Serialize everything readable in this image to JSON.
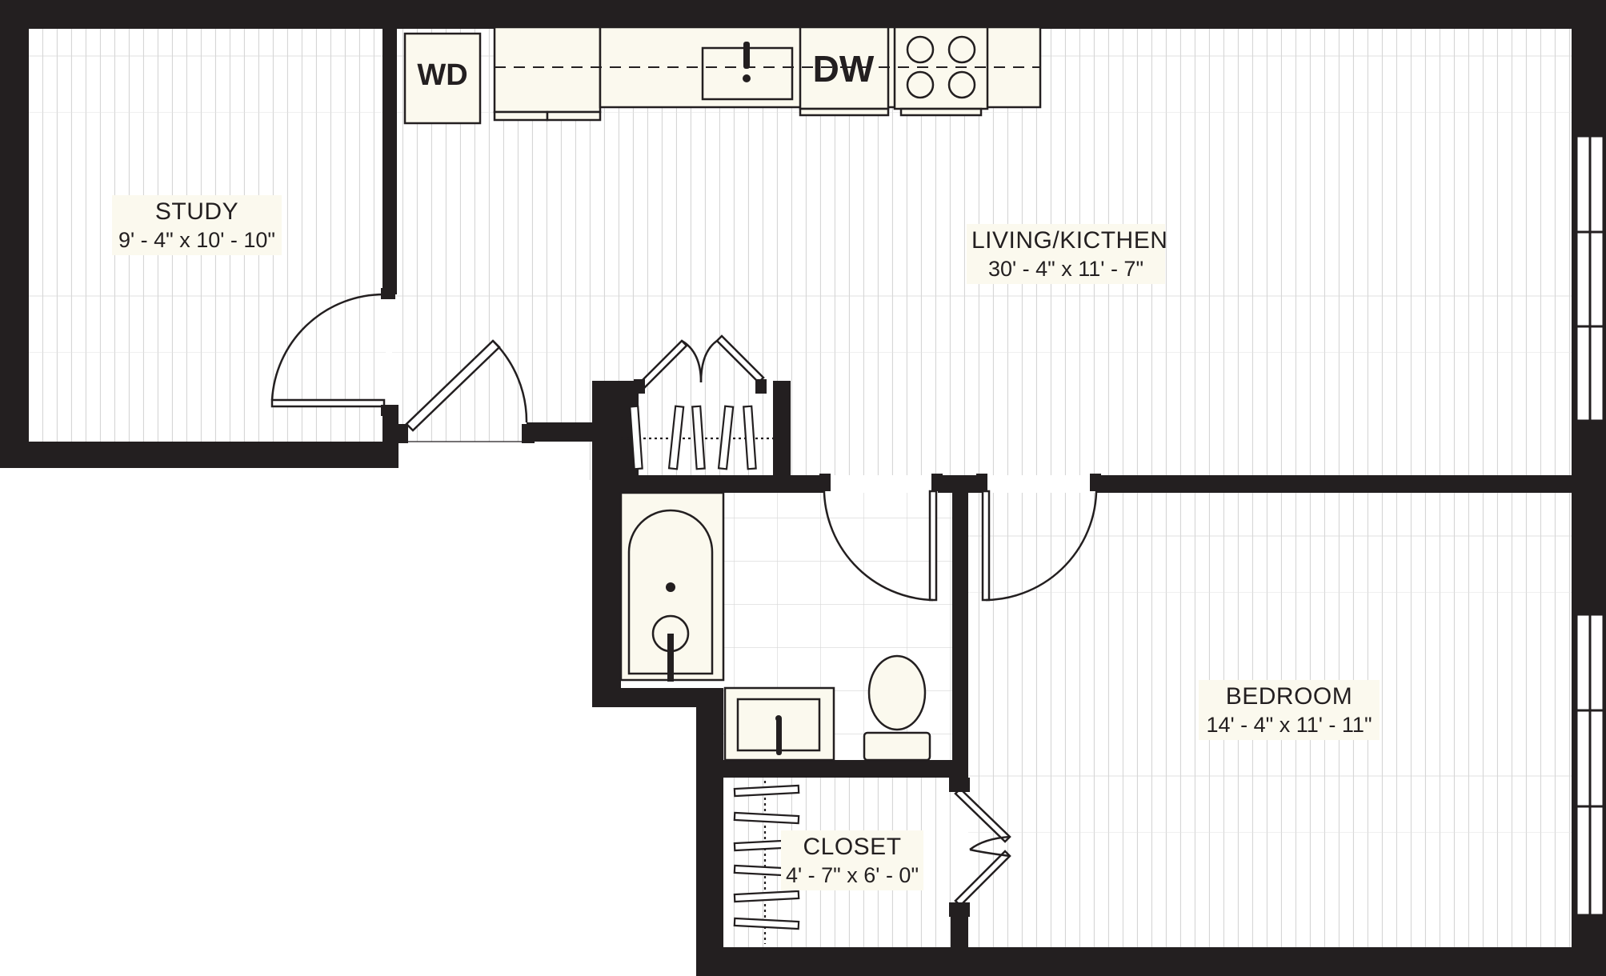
{
  "rooms": {
    "study": {
      "name": "STUDY",
      "dims": "9' - 4\" x  10' - 10\""
    },
    "living": {
      "name": "LIVING/KICTHEN",
      "dims": "30' - 4\" x 11' - 7\""
    },
    "bedroom": {
      "name": "BEDROOM",
      "dims": "14' - 4\" x 11' - 11\""
    },
    "closet": {
      "name": "CLOSET",
      "dims": "4' - 7\" x 6' - 0\""
    }
  },
  "appliances": {
    "washer_dryer": "WD",
    "dishwasher": "DW"
  },
  "colors": {
    "wall": "#231f20",
    "floor": "#ffffff",
    "plank_line": "#d8d8d8",
    "fixture": "#fbf9ee",
    "label_bg": "#fbf9ee"
  }
}
